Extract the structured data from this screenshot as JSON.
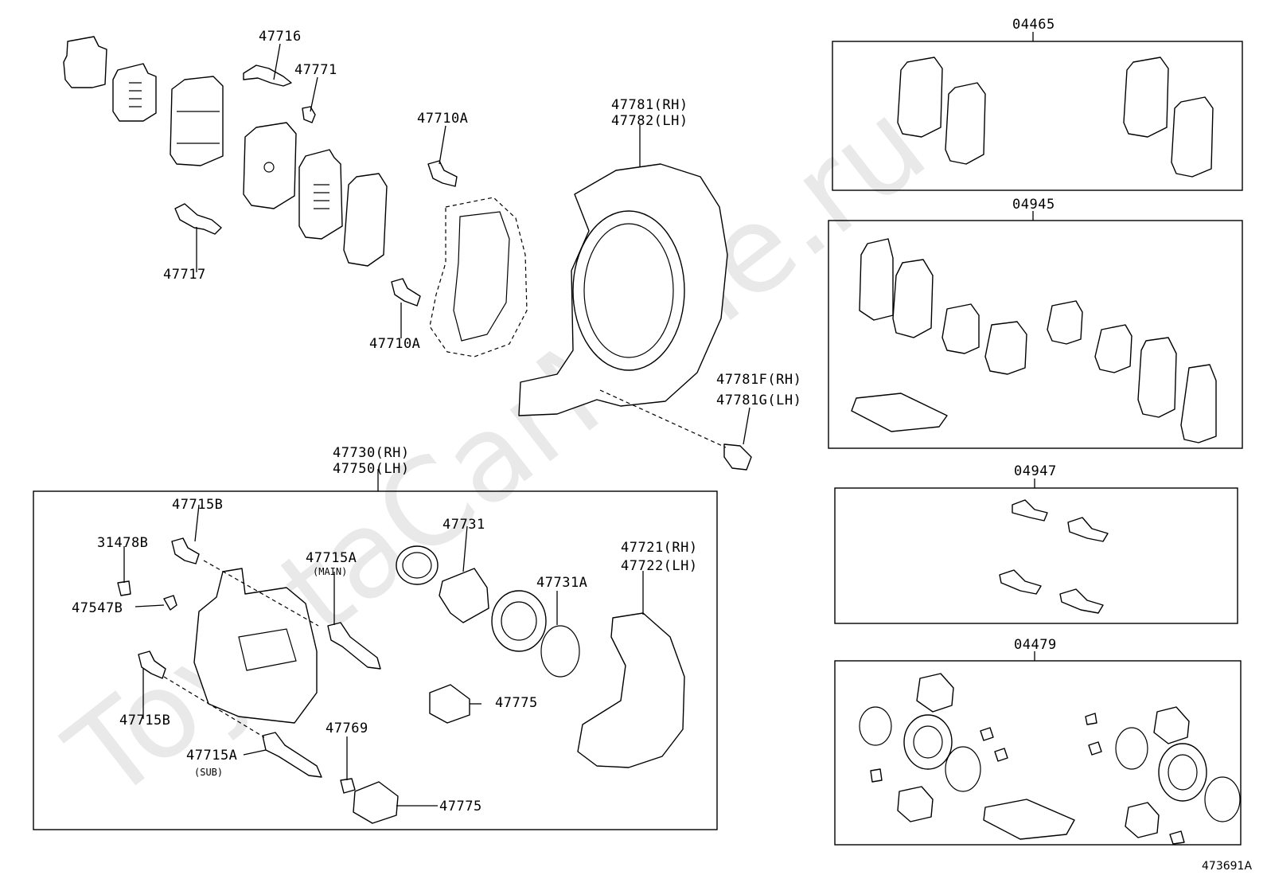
{
  "watermark": "ToyotaCarMine.ru",
  "reference": "473691A",
  "labels": {
    "p47716": "47716",
    "p47771": "47771",
    "p47717": "47717",
    "p47710a_top": "47710A",
    "p47710a_bottom": "47710A",
    "p47781_rh": "47781(RH)",
    "p47782_lh": "47782(LH)",
    "p47781f_rh": "47781F(RH)",
    "p47781g_lh": "47781G(LH)",
    "p47730_rh": "47730(RH)",
    "p47750_lh": "47750(LH)",
    "p47715b_top": "47715B",
    "p31478b": "31478B",
    "p47547b": "47547B",
    "p47715b_bottom": "47715B",
    "p47715a_main": "47715A",
    "main_note": "(MAIN)",
    "p47715a_sub": "47715A",
    "sub_note": "(SUB)",
    "p47731": "47731",
    "p47731a": "47731A",
    "p47775_top": "47775",
    "p47775_bottom": "47775",
    "p47769": "47769",
    "p47721_rh": "47721(RH)",
    "p47722_lh": "47722(LH)",
    "kit_04465": "04465",
    "kit_04945": "04945",
    "kit_04947": "04947",
    "kit_04479": "04479"
  }
}
